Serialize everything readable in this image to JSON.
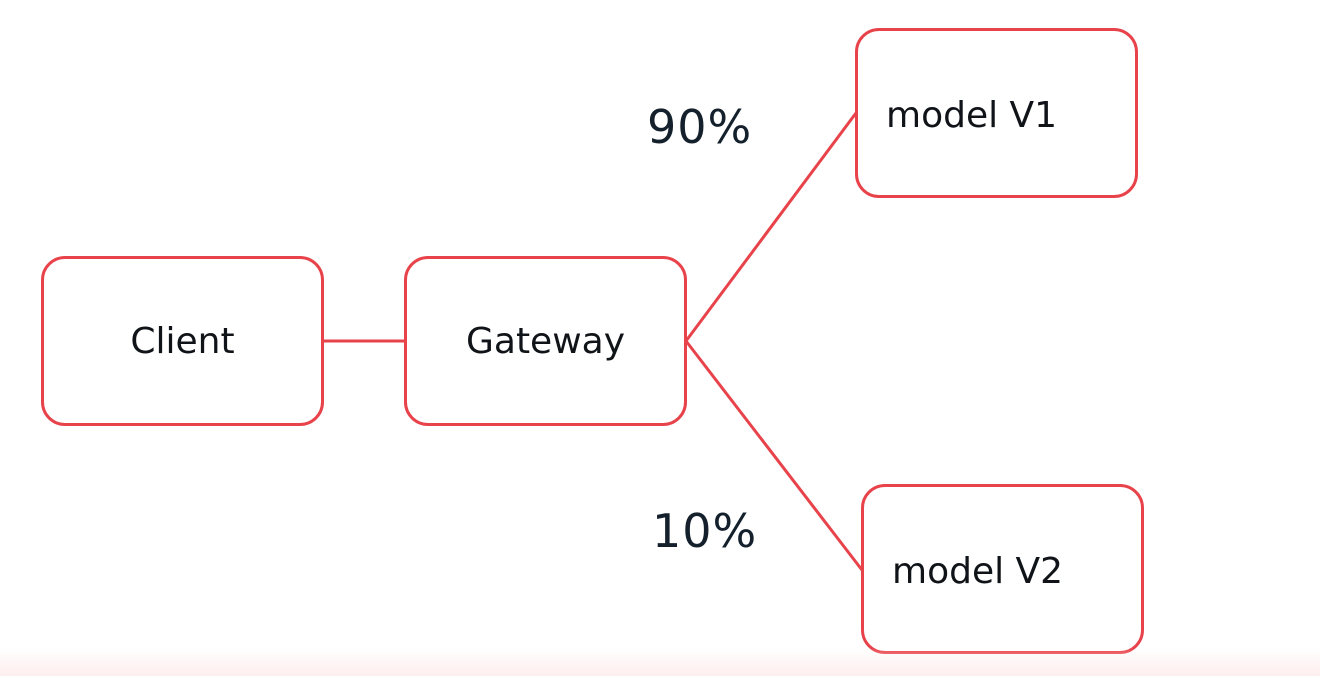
{
  "diagram": {
    "nodes": {
      "client": "Client",
      "gateway": "Gateway",
      "model_v1": "model V1",
      "model_v2": "model V2"
    },
    "edges": [
      {
        "from": "client",
        "to": "gateway",
        "label": ""
      },
      {
        "from": "gateway",
        "to": "model_v1",
        "label": "90%"
      },
      {
        "from": "gateway",
        "to": "model_v2",
        "label": "10%"
      }
    ],
    "labels": {
      "v1_percent": "90%",
      "v2_percent": "10%"
    },
    "colors": {
      "border": "#e8434b",
      "text": "#101418",
      "percent_text": "#14202b"
    }
  }
}
